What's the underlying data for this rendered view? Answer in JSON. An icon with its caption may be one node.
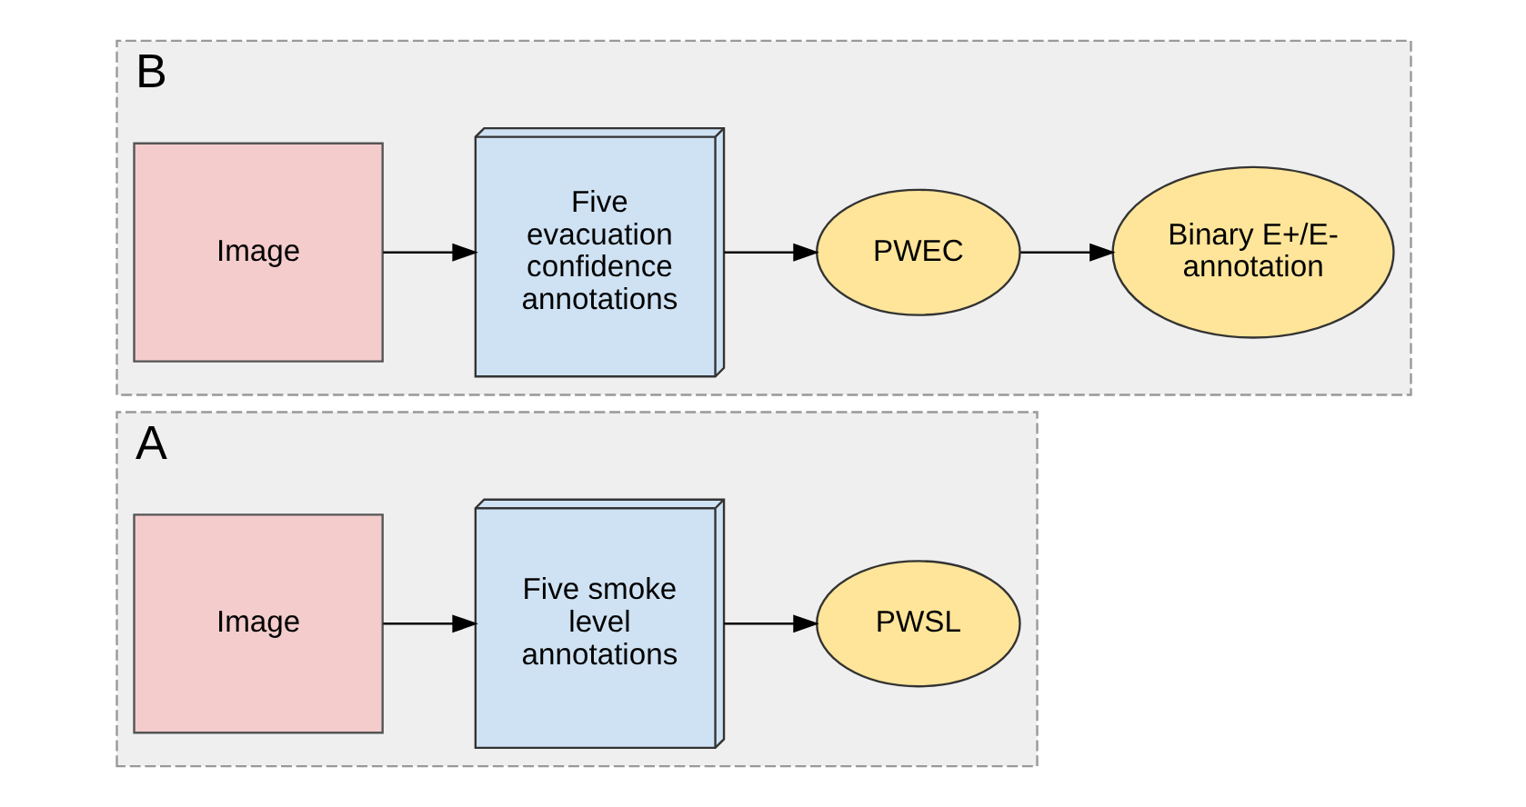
{
  "diagram": {
    "nodes": [
      {
        "text": [
          "A"
        ]
      },
      {
        "text": [
          "Image"
        ],
        "in": 0
      },
      {
        "text": [
          "Five smoke level annotations"
        ],
        "in": 0
      },
      {
        "text": [
          "PWSL"
        ],
        "in": 0
      },
      {
        "text": [
          "B"
        ]
      },
      {
        "text": [
          "Image"
        ],
        "in": 4
      },
      {
        "text": [
          "Five evacuation confidence annotations"
        ],
        "in": 4
      },
      {
        "text": [
          "PWEC"
        ],
        "in": 4
      },
      {
        "text": [
          "Binary E+/E- annotation"
        ],
        "in": 4
      }
    ],
    "edges": [
      {
        "from": 1,
        "to": 2,
        "arrow": "to"
      },
      {
        "from": 2,
        "to": 3,
        "arrow": "to"
      },
      {
        "from": 5,
        "to": 6,
        "arrow": "to"
      },
      {
        "from": 6,
        "to": 7,
        "arrow": "to"
      },
      {
        "from": 7,
        "to": 8,
        "arrow": "to"
      }
    ]
  }
}
